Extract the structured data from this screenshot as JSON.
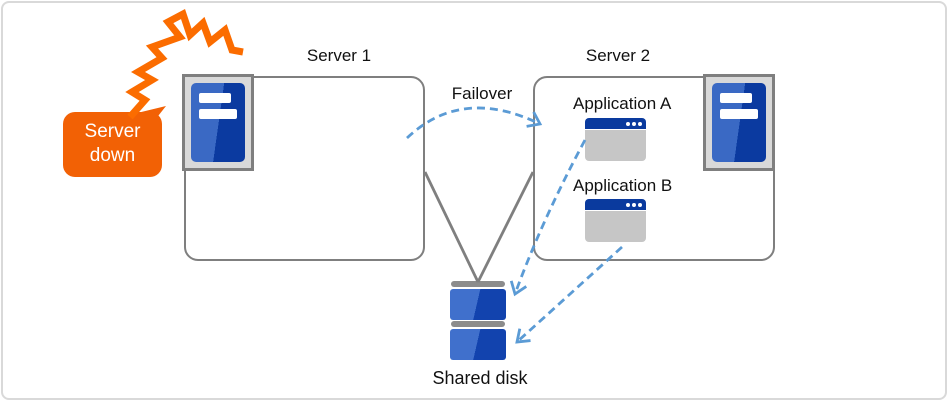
{
  "labels": {
    "server1_title": "Server 1",
    "server2_title": "Server 2",
    "failover": "Failover",
    "application_a": "Application A",
    "application_b": "Application B",
    "shared_disk": "Shared disk",
    "server_down_callout": "Server down"
  },
  "icons": {
    "server-icon": "blue tower with two white slots inside gray rack bay",
    "burst-icon": "orange zigzag crash starburst",
    "app-window-icon": "gray window with navy title bar and three dots",
    "shared-disk-icon": "two blue disk segments with gray caps",
    "failover-arrow-icon": "blue dashed arc with open V arrowhead",
    "storage-link-icon": "gray V lines joining both servers to shared disk"
  },
  "colors": {
    "burst-orange": "#FB6C00",
    "callout-orange": "#F26105",
    "callout-text": "#FFFFFF",
    "dash-blue": "#5B9BD5",
    "border-gray": "#7F7F7F",
    "bay-gray": "#D9D9D9",
    "frame-gray": "#D9D9D9",
    "app-title-navy": "#0A3A9E",
    "app-body-gray": "#C6C6C6",
    "server-blue-light": "#3A69C4",
    "server-blue-dark": "#0B3AA0",
    "disk-blue-light": "#4070CC",
    "disk-blue-dark": "#1243AE",
    "disk-cap-gray": "#8C8C8C",
    "text-black": "#111111"
  }
}
